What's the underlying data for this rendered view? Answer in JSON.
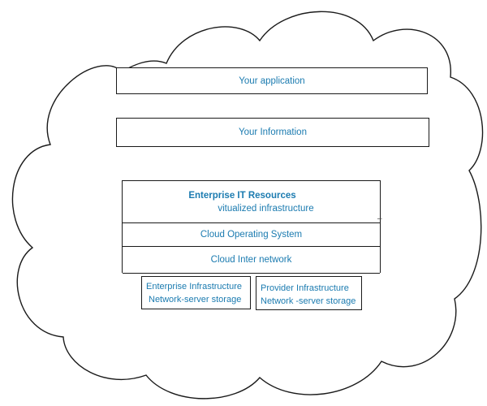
{
  "diagram": {
    "top_boxes": [
      {
        "label": "Your application"
      },
      {
        "label": "Your Information"
      }
    ],
    "stack": {
      "enterprise": {
        "title": "Enterprise IT Resources",
        "subtitle": "vitualized infrastructure"
      },
      "cloud_os": "Cloud Operating System",
      "cloud_internet": "Cloud Inter network"
    },
    "infrastructure": [
      {
        "line1": "Enterprise Infrastructure",
        "line2": "Network-server storage"
      },
      {
        "line1": "Provider Infrastructure",
        "line2": "Network -server storage"
      }
    ],
    "colors": {
      "text": "#1b7bb0",
      "border": "#1a1a1a",
      "cloud_outline": "#1a1a1a",
      "background": "#ffffff"
    }
  }
}
